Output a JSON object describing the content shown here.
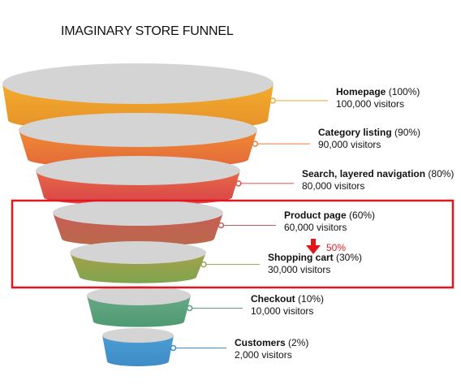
{
  "title": "IMAGINARY STORE FUNNEL",
  "stages": [
    {
      "name": "Homepage",
      "pct": "(100%)",
      "visitors": "100,000 visitors",
      "top": "#d4d4d4",
      "upper": "#f3ac2c",
      "lower": "#e5902a",
      "line": "#f0a933"
    },
    {
      "name": "Category listing",
      "pct": "(90%)",
      "visitors": "90,000 visitors",
      "top": "#d4d4d4",
      "upper": "#ef8a35",
      "lower": "#e2683a",
      "line": "#ea7a3b"
    },
    {
      "name": "Search, layered navigation",
      "pct": "(80%)",
      "visitors": "80,000 visitors",
      "top": "#d4d4d4",
      "upper": "#e66a45",
      "lower": "#d9434b",
      "line": "#e05248"
    },
    {
      "name": "Product page",
      "pct": "(60%)",
      "visitors": "60,000 visitors",
      "top": "#d4d4d4",
      "upper": "#c85c56",
      "lower": "#b96a4c",
      "line": "#c0615a"
    },
    {
      "name": "Shopping cart",
      "pct": "(30%)",
      "visitors": "30,000 visitors",
      "top": "#d4d4d4",
      "upper": "#a8a04a",
      "lower": "#7ea44e",
      "line": "#95a350"
    },
    {
      "name": "Checkout",
      "pct": "(10%)",
      "visitors": "10,000 visitors",
      "top": "#d4d4d4",
      "upper": "#67a985",
      "lower": "#4e9a72",
      "line": "#5aa07e"
    },
    {
      "name": "Customers",
      "pct": "(2%)",
      "visitors": "2,000 visitors",
      "top": "#d4d4d4",
      "upper": "#4a9ed4",
      "lower": "#3f8bc6",
      "line": "#3f8fd0"
    }
  ],
  "highlight": {
    "drop_label": "50%",
    "box_color": "#e3161b",
    "arrow_color": "#e3161b"
  }
}
